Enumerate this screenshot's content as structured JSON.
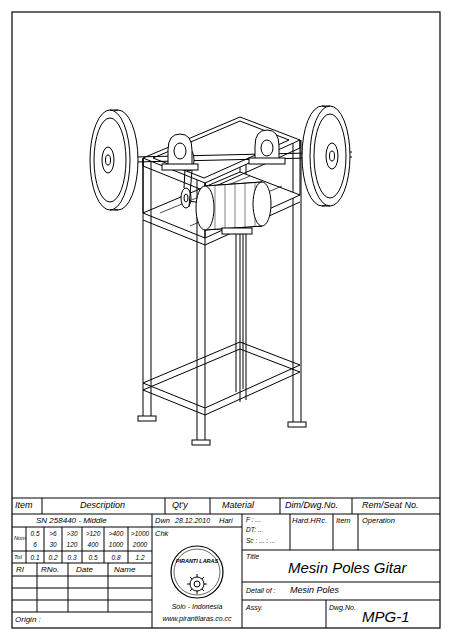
{
  "diagram": {
    "title": "Mesin Poles Gitar",
    "labels": [
      "Item",
      "Description",
      "Qt'y",
      "Material",
      "Dim/Dwg.No.",
      "Rem/Seat No.",
      "SN 258440 - Middle",
      "Nom",
      "0.5",
      "6",
      ">6",
      "30",
      ">30",
      "120",
      ">120",
      "400",
      ">400",
      "1000",
      ">1000",
      "2000",
      "Tol",
      "0.1",
      "0.2",
      "0.3",
      "0.5",
      "0.8",
      "1.2",
      "Dwn",
      "28.12.2010",
      "Hari",
      "Chk",
      "F : ...",
      "DT: ...",
      "Sc : ... : ...",
      "Hard.HRc.",
      "Item",
      "Operation",
      "RI",
      "RNo.",
      "Date",
      "Name",
      "Origin :",
      "PIRANTI LARAS",
      "Solo - Indonesia",
      "www.pirantilaras.co.cc",
      "Title",
      "Detail of :",
      "Mesin Poles",
      "Assy.",
      "Dwg.No.",
      "MPG-1"
    ]
  }
}
